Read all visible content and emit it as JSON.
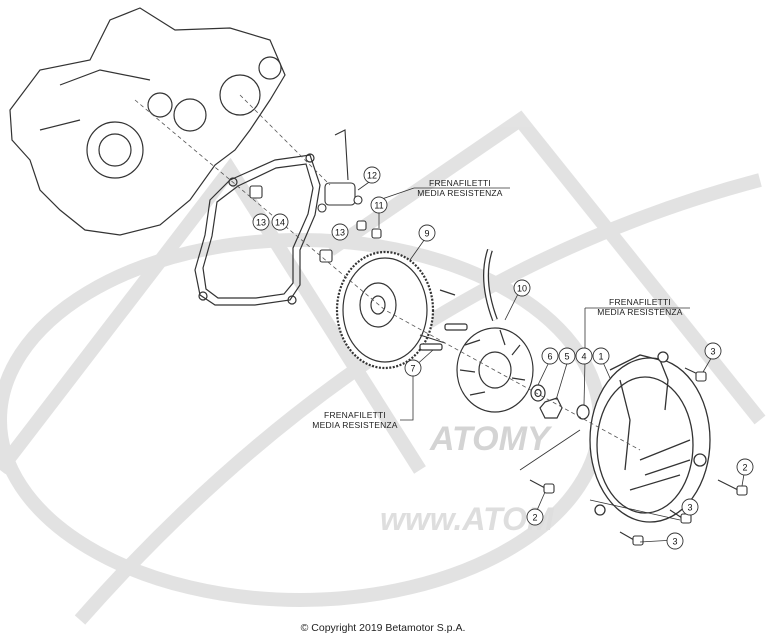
{
  "notes": {
    "note_a": [
      "FRENAFILETTI",
      "MEDIA RESISTENZA"
    ],
    "note_b": [
      "FRENAFILETTI",
      "MEDIA RESISTENZA"
    ],
    "note_c": [
      "FRENAFILETTI",
      "MEDIA RESISTENZA"
    ]
  },
  "callouts": {
    "c12": "12",
    "c11": "11",
    "c13a": "13",
    "c13b": "13",
    "c14": "14",
    "c9": "9",
    "c10": "10",
    "c7": "7",
    "c6": "6",
    "c5": "5",
    "c4": "4",
    "c1": "1",
    "c3a": "3",
    "c3b": "3",
    "c3c": "3",
    "c2a": "2",
    "c2b": "2"
  },
  "watermark": {
    "brand": "ATOMY",
    "url": "www.ATOM"
  },
  "copyright": "© Copyright 2019 Betamotor S.p.A."
}
